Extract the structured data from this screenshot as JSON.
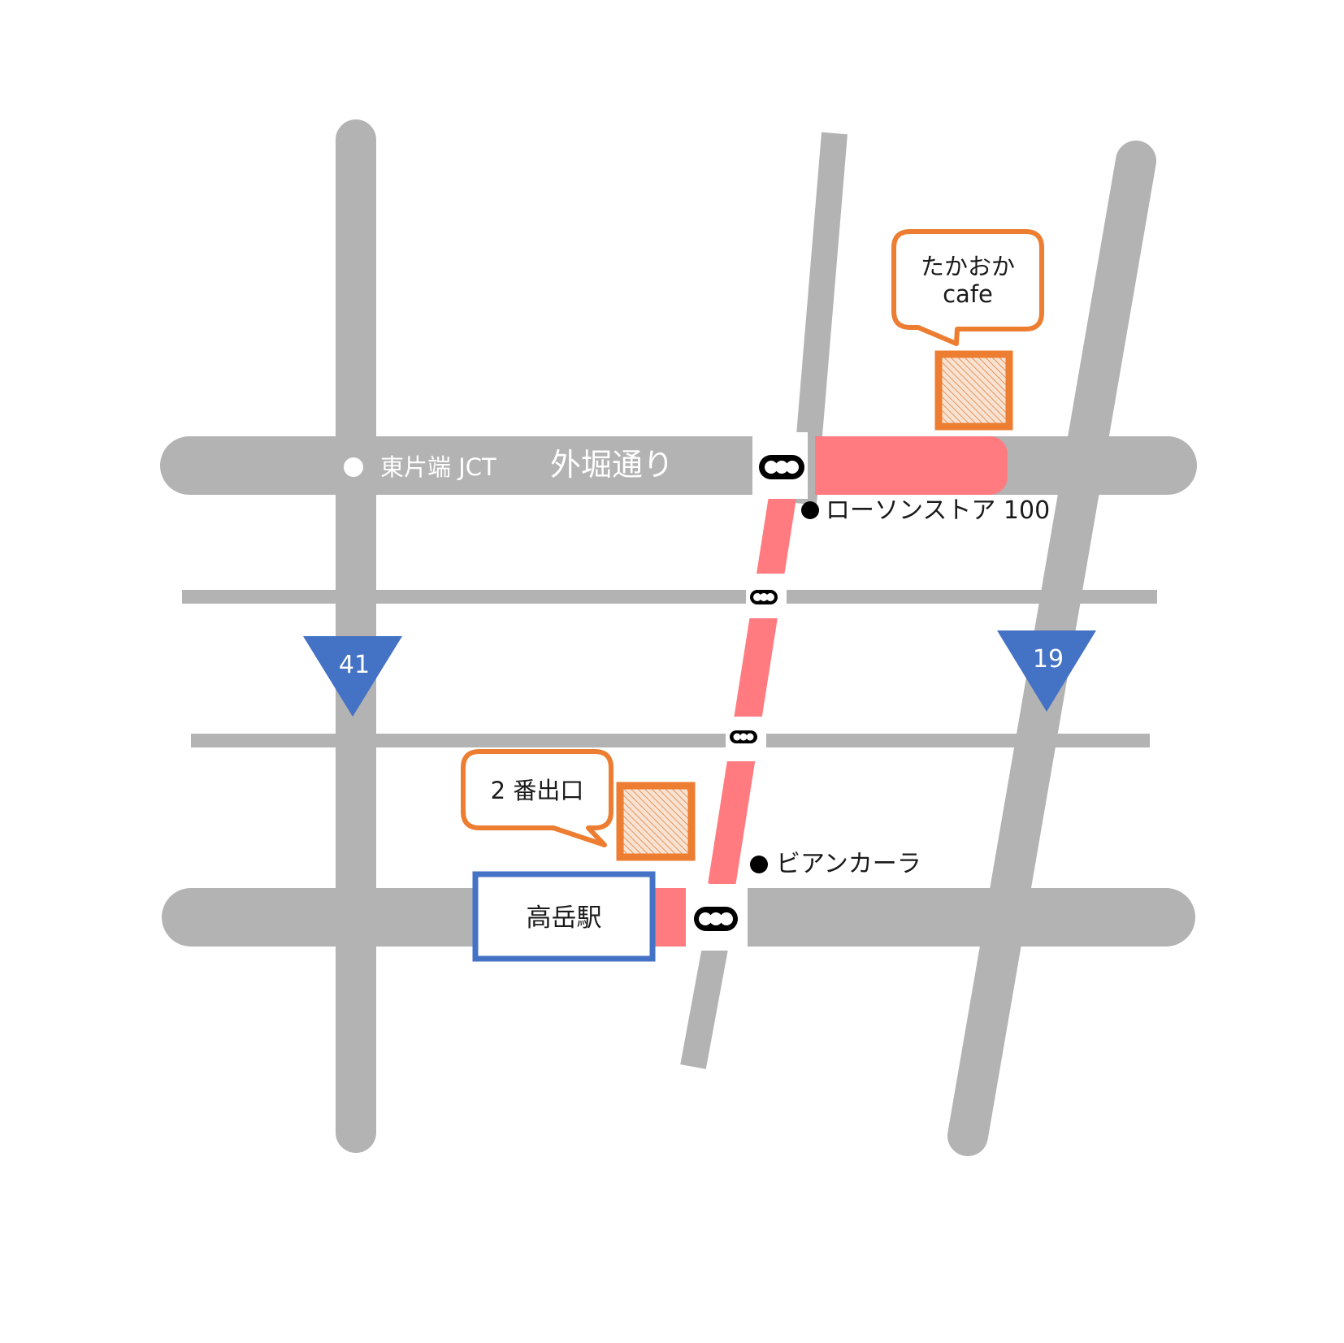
{
  "roads": {
    "main_street_label": "外堀通り",
    "jct_label": "東片端 JCT"
  },
  "route_markers": [
    {
      "number": "41"
    },
    {
      "number": "19"
    }
  ],
  "landmarks": {
    "lawson": "ローソンストア 100",
    "beer": "ビアンカーラ"
  },
  "station": {
    "label": "高岳駅"
  },
  "callouts": {
    "cafe_line1": "たかおか",
    "cafe_line2": "cafe",
    "exit": "2 番出口"
  },
  "colors": {
    "road": "#b3b3b3",
    "route": "#ff7b80",
    "marker": "#4472c4",
    "callout": "#ed7d31",
    "station_border": "#4472c4"
  },
  "icons": {
    "traffic_signal": "traffic-light-icon",
    "landmark": "black-dot-icon",
    "jct": "white-dot-icon"
  }
}
